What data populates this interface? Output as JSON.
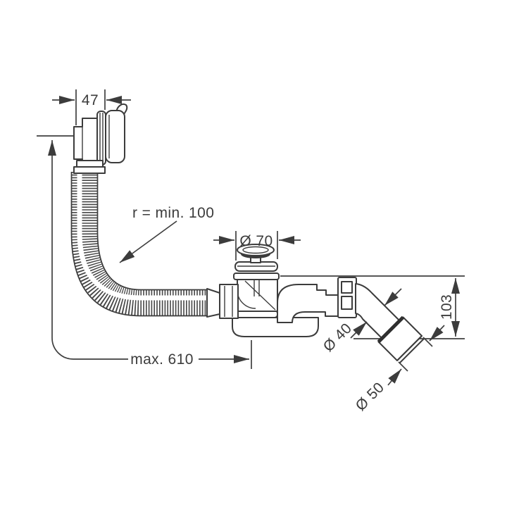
{
  "drawing": {
    "background": "#ffffff",
    "line_color": "#3c3c3c",
    "subject": "bath waste and overflow set - dimensional technical drawing",
    "labels": {
      "overflow_depth": "47",
      "bend_radius": "r = min. 100",
      "plug_diameter": "Ø 70",
      "max_length": "max. 610",
      "outlet_height": "103",
      "pipe_diameter": "Ø 40",
      "socket_diameter": "Ø 50"
    }
  }
}
